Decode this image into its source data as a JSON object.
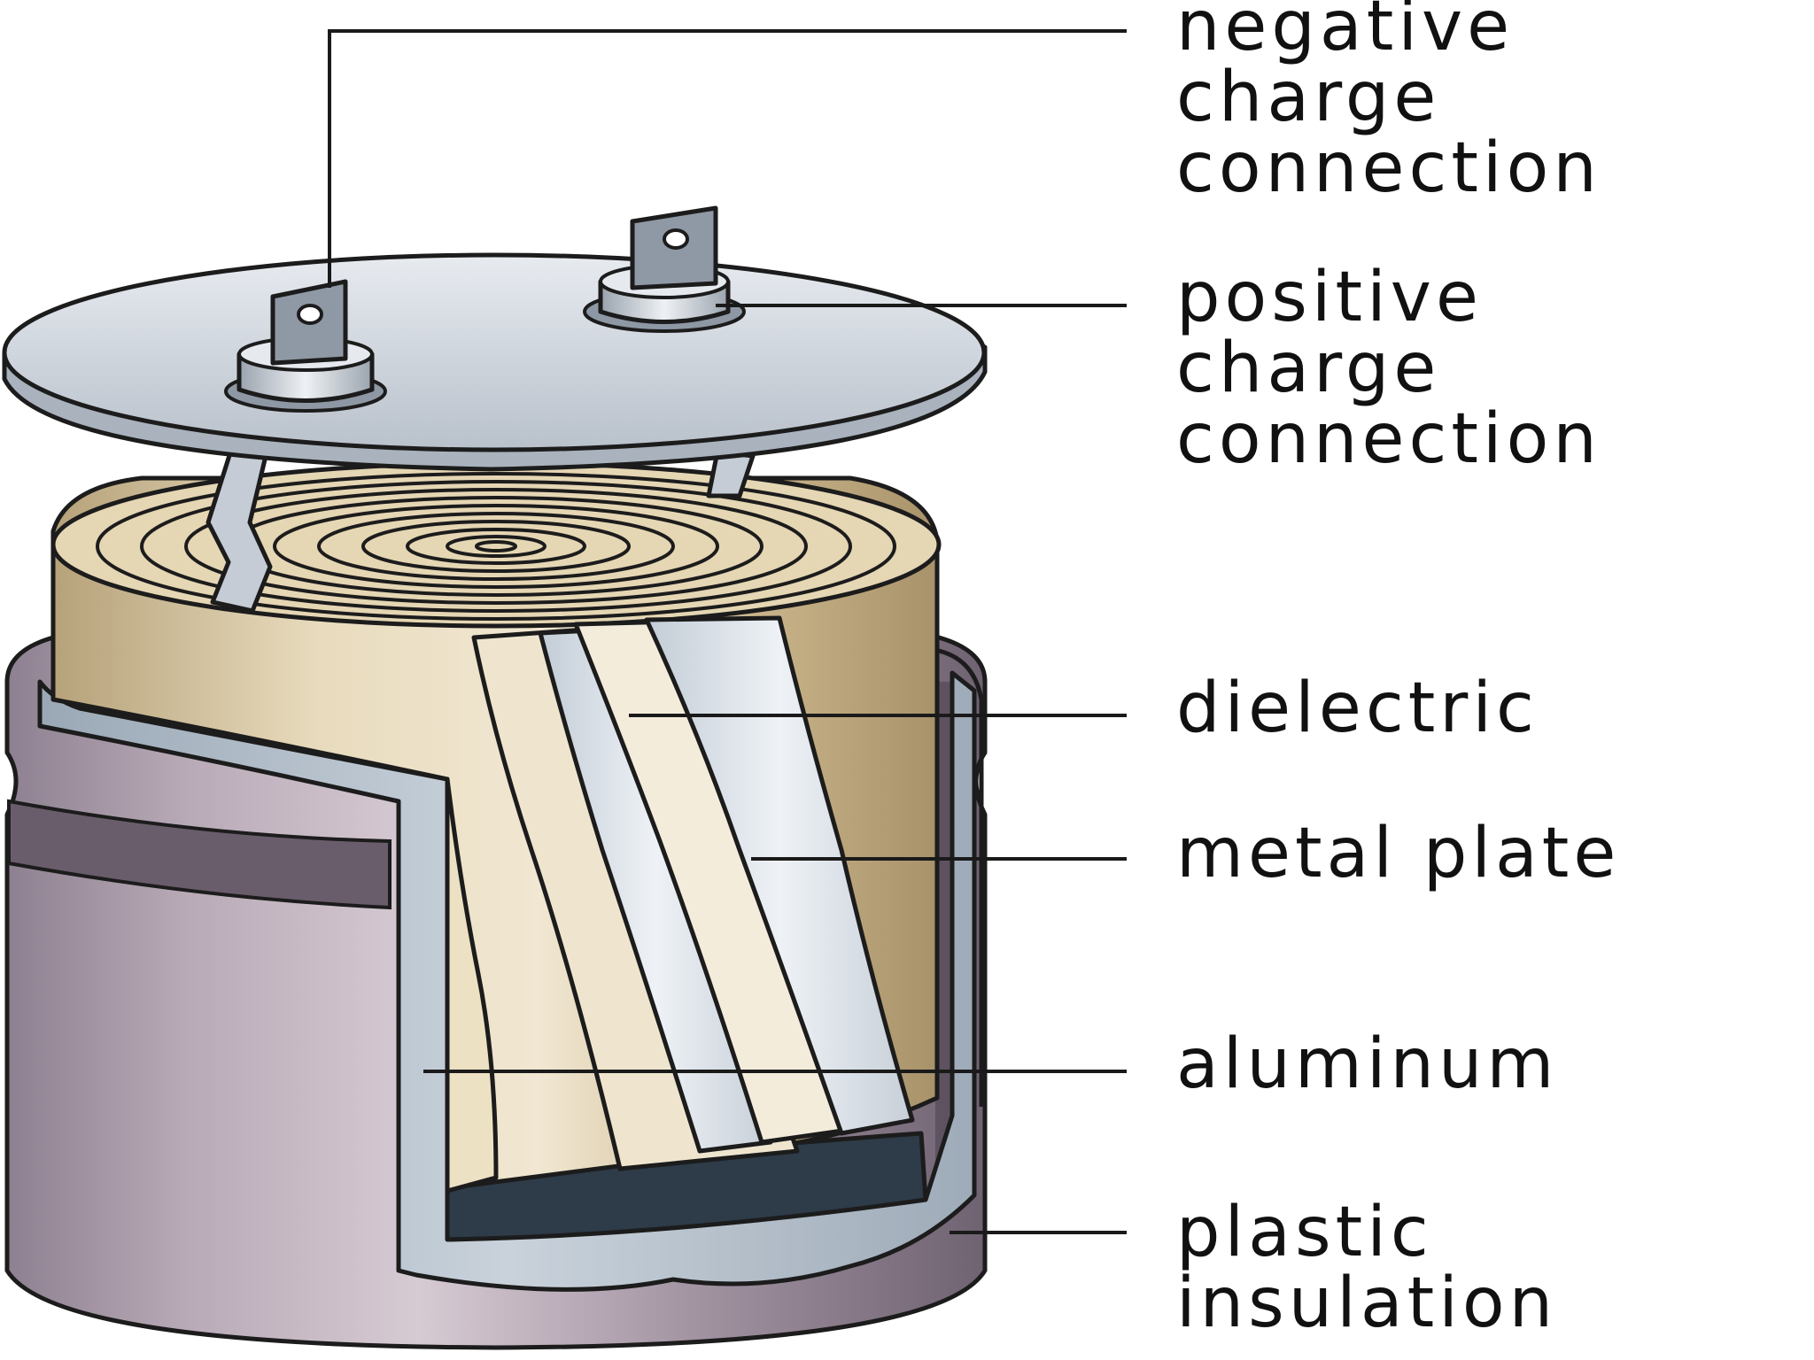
{
  "labels": {
    "negative": [
      "negative",
      "charge",
      "connection"
    ],
    "positive": [
      "positive",
      "charge",
      "connection"
    ],
    "dielectric": [
      "dielectric"
    ],
    "metal_plate": [
      "metal plate"
    ],
    "aluminum": [
      "aluminum"
    ],
    "plastic_insulation": [
      "plastic",
      "insulation"
    ]
  },
  "colors": {
    "lid": "#d2d7de",
    "paper": "#e3d4b3",
    "foil": "#dde3ea",
    "aluminum": "#b8c3ce",
    "can_plastic": "#a89aa6",
    "can_bottom": "#2e3b49"
  }
}
